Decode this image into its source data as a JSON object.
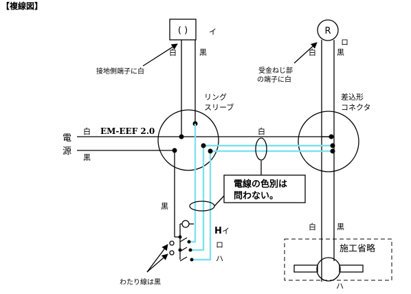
{
  "title": "【複線図】",
  "lamp_i": {
    "symbol": "( )",
    "tag": "イ",
    "wire_white": "白",
    "wire_black": "黒"
  },
  "lamp_r": {
    "symbol": "R",
    "tag": "ロ",
    "wire_white": "白",
    "wire_black": "黒"
  },
  "notes": {
    "ground_side": "接地側端子に白",
    "socket_line1": "受金ねじ部",
    "socket_line2": "の端子に白",
    "jumper": "わたり線は黒"
  },
  "ring_sleeve": {
    "line1": "リング",
    "line2": "スリーブ"
  },
  "push_connector": {
    "line1": "差込形",
    "line2": "コネクタ"
  },
  "power": {
    "label1": "電",
    "label2": "源",
    "white": "白",
    "black": "黒",
    "cable": "EM-EEF 2.0"
  },
  "mid_white": "白",
  "wire_color_note": {
    "line1": "電線の色別は",
    "line2": "問わない。"
  },
  "switch_black": "黒",
  "switch_tags": {
    "h": "H",
    "i": "イ",
    "ro": "ロ",
    "ha": "ハ"
  },
  "lower_wires": {
    "white": "白",
    "black": "黒"
  },
  "omitted": "施工省略",
  "fan_tag": "ハ"
}
